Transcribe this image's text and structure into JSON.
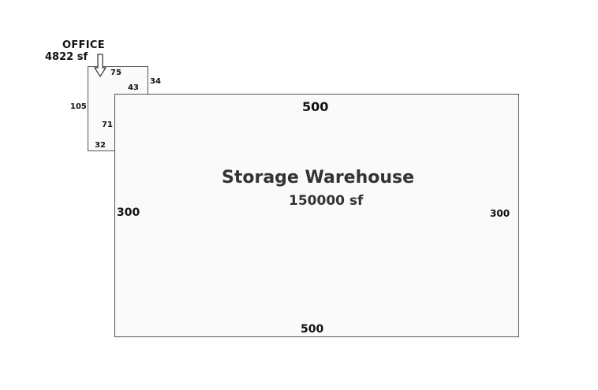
{
  "office": {
    "title": "OFFICE",
    "area": "4822 sf",
    "dims": {
      "top": "75",
      "inner": "43",
      "right": "34",
      "left": "105",
      "mid": "71",
      "bottom": "32"
    }
  },
  "warehouse": {
    "title": "Storage Warehouse",
    "area": "150000 sf",
    "dims": {
      "top": "500",
      "bottom": "500",
      "left": "300",
      "right": "300"
    }
  }
}
